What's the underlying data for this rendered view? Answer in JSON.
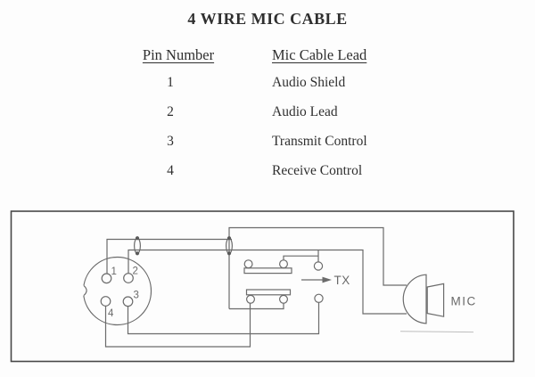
{
  "header": {
    "title": "4 WIRE MIC CABLE"
  },
  "table": {
    "columns": [
      "Pin Number",
      "Mic Cable Lead"
    ],
    "rows": [
      {
        "pin": "1",
        "lead": "Audio Shield"
      },
      {
        "pin": "2",
        "lead": "Audio Lead"
      },
      {
        "pin": "3",
        "lead": "Transmit Control"
      },
      {
        "pin": "4",
        "lead": "Receive Control"
      }
    ]
  },
  "diagram": {
    "connector_pin_labels": [
      "1",
      "2",
      "3",
      "4"
    ],
    "tx_label": "TX",
    "mic_label": "MIC",
    "line_color": "#6b6b6b",
    "border_color": "#484848",
    "label_color": "#6a6a6a",
    "text_color": "#2f2f2f",
    "background_color": "#fdfdfd"
  }
}
